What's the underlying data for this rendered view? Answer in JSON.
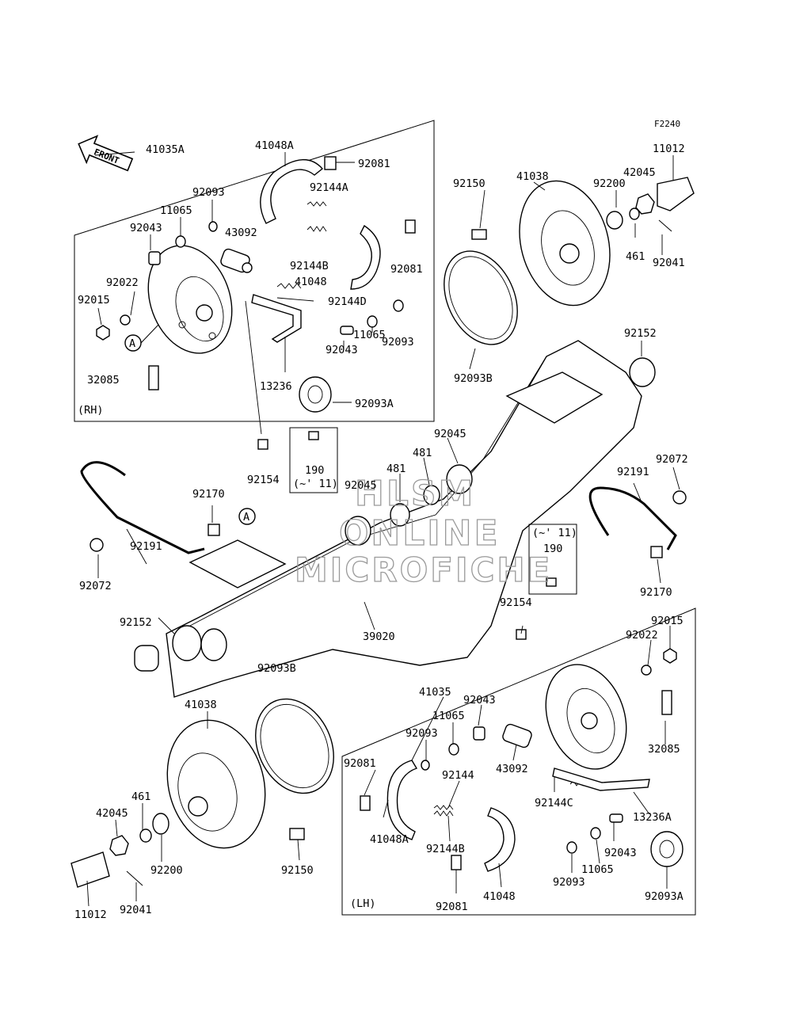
{
  "diagram_id": "F2240",
  "front_label": "FRONT",
  "group_labels": {
    "rh": "(RH)",
    "lh": "(LH)"
  },
  "ref_marker": "A",
  "watermark": [
    "HLSM",
    "ONLINE",
    "MICROFICHE"
  ],
  "labels": {
    "l41035A": "41035A",
    "l41048A_rh": "41048A",
    "l92081_rh_top": "92081",
    "l92093_rh": "92093",
    "l92144A": "92144A",
    "l11065_rh": "11065",
    "l92043_rh_left": "92043",
    "l43092_rh": "43092",
    "l92081_rh_mid": "92081",
    "l92144B_rh": "92144B",
    "l41048_rh": "41048",
    "l92022_rh": "92022",
    "l92144D": "92144D",
    "l92015_rh": "92015",
    "l92093_rh_right": "92093",
    "l11065_rh_right": "11065",
    "l92043_rh_right": "92043",
    "l32085_rh": "32085",
    "l13236": "13236",
    "l92093A_rh": "92093A",
    "l92150_top": "92150",
    "l41038_top": "41038",
    "l92200_top": "92200",
    "l42045_top": "42045",
    "l11012_top": "11012",
    "l461_top": "461",
    "l92041_top": "92041",
    "l92093B_top": "92093B",
    "l92152_right": "92152",
    "l92045_upper": "92045",
    "l481": "481",
    "l92045_lower": "92045",
    "l92154_left": "92154",
    "l190_left": "190",
    "l11_left": "(~' 11)",
    "l92170_left": "92170",
    "l92191_left": "92191",
    "l92072_left": "92072",
    "l92072_right": "92072",
    "l92191_right": "92191",
    "l11_right": "(~' 11)",
    "l190_right": "190",
    "l92170_right": "92170",
    "l92154_right": "92154",
    "l92152_left": "92152",
    "l39020": "39020",
    "l92015_lh": "92015",
    "l92022_lh": "92022",
    "l92093B_bottom": "92093B",
    "l41035": "41035",
    "l41038_bottom": "41038",
    "l92043_lh_top": "92043",
    "l11065_lh_top": "11065",
    "l92093_lh_top": "92093",
    "l92081_lh_left": "92081",
    "l92144_lh": "92144",
    "l43092_lh": "43092",
    "l32085_lh": "32085",
    "l461_bottom": "461",
    "l42045_bottom": "42045",
    "l92144C": "92144C",
    "l13236A": "13236A",
    "l41048A_lh": "41048A",
    "l92144B_lh": "92144B",
    "l92043_lh_right": "92043",
    "l92200_bottom": "92200",
    "l92150_bottom": "92150",
    "l11065_lh_right": "11065",
    "l92093_lh_bottom": "92093",
    "l11012_bottom": "11012",
    "l92041_bottom": "92041",
    "l92081_lh_bottom": "92081",
    "l41048_lh": "41048",
    "l92093A_lh": "92093A"
  }
}
